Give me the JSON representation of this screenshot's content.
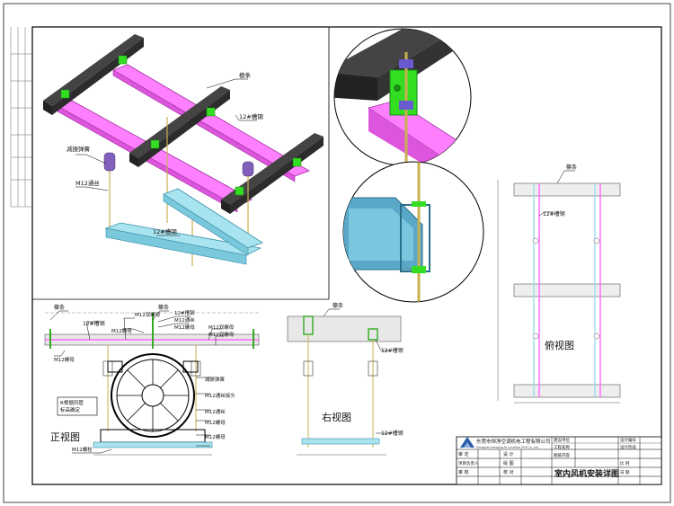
{
  "drawing_title": "室内风机安装详图",
  "company": {
    "name": "东莞市恒净空调机电工程有限公司",
    "name_en": "Dongguan hengjing Air-condition M+E Co.,Ltd."
  },
  "views": {
    "front": "正视图",
    "right": "右视图",
    "top": "俯视图"
  },
  "iso_labels": {
    "purlin": "檩条",
    "channel": "12#槽钢",
    "spring": "减振弹簧",
    "rod": "M12通丝",
    "channel_lower": "12#槽钢"
  },
  "front_labels": {
    "purlin": "檩条",
    "purlin2": "檩条",
    "channel_top": "12#槽钢",
    "double_nut_1": "M12双螺母",
    "rod": "M12通丝",
    "nut_a": "M12螺母",
    "channel_right": "12#槽钢",
    "nut_b": "M12螺母",
    "double_nut_2": "M12双螺母",
    "double_nut_3": "M12双螺母",
    "nut_left": "M12螺母",
    "spring": "减振弹簧",
    "rod_joint": "M12通丝接头",
    "rod2": "M12通丝",
    "nut_c": "M12螺母",
    "nut_d": "M12螺母",
    "nut_e": "M12螺栓",
    "note": "R根据风管\n标高确定"
  },
  "right_labels": {
    "purlin": "檩条",
    "channel": "12#槽钢",
    "channel2": "12#槽钢"
  },
  "top_labels": {
    "purlin": "檩条",
    "channel": "12#槽钢"
  },
  "title_block": {
    "row1": [
      "审 定",
      "",
      "设 计",
      "",
      "建设单位",
      "",
      "设计编号",
      ""
    ],
    "row2": [
      "项目负责人",
      "",
      "绘 图",
      "",
      "工程名称",
      "",
      "设计阶段",
      ""
    ],
    "row3": [
      "审 核",
      "",
      "校 对",
      "",
      "图纸内容",
      "",
      "比 例",
      ""
    ],
    "row4": [
      "",
      "",
      "",
      "",
      "",
      "",
      "日 期",
      ""
    ]
  },
  "colors": {
    "magenta": "#ff66ff",
    "cyan": "#99ddee",
    "beam": "#3a3a3a",
    "green": "#33dd22",
    "rod": "#d4c060",
    "spring": "#7a55aa"
  }
}
